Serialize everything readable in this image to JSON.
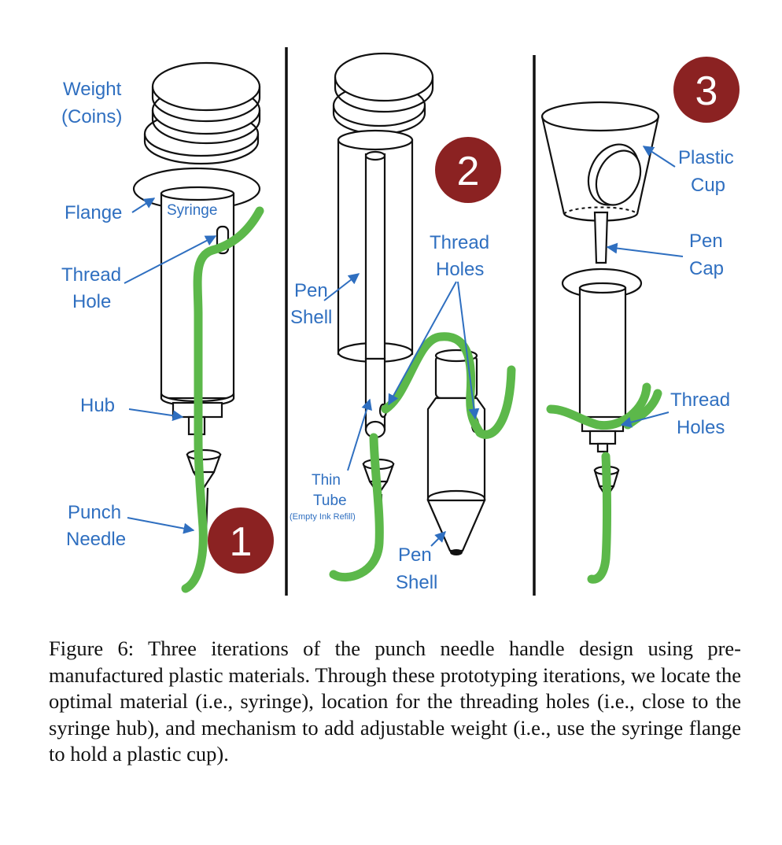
{
  "panel1": {
    "badge": "1",
    "label_weight_1": "Weight",
    "label_weight_2": "(Coins)",
    "label_flange": "Flange",
    "label_syringe": "Syringe",
    "label_thread_hole_1": "Thread",
    "label_thread_hole_2": "Hole",
    "label_hub": "Hub",
    "label_punch_1": "Punch",
    "label_punch_2": "Needle"
  },
  "panel2": {
    "badge": "2",
    "label_thread_holes_1": "Thread",
    "label_thread_holes_2": "Holes",
    "label_pen_shell_top_1": "Pen",
    "label_pen_shell_top_2": "Shell",
    "label_thin_tube_1": "Thin",
    "label_thin_tube_2": "Tube",
    "label_thin_tube_3": "(Empty Ink Refill)",
    "label_pen_shell_bottom_1": "Pen",
    "label_pen_shell_bottom_2": "Shell"
  },
  "panel3": {
    "badge": "3",
    "label_plastic_cup_1": "Plastic",
    "label_plastic_cup_2": "Cup",
    "label_pen_cap_1": "Pen",
    "label_pen_cap_2": "Cap",
    "label_thread_holes_1": "Thread",
    "label_thread_holes_2": "Holes"
  },
  "colors": {
    "label_blue": "#2f6fc0",
    "thread_green": "#5cb84a",
    "badge_red": "#8b2222"
  },
  "caption": "Figure 6: Three iterations of the punch needle handle design using pre-manufactured plastic materials. Through these prototyping iterations, we locate the optimal material (i.e., syringe), location for the threading holes (i.e., close to the syringe hub), and mechanism to add adjustable weight (i.e., use the syringe flange to hold a plastic cup)."
}
